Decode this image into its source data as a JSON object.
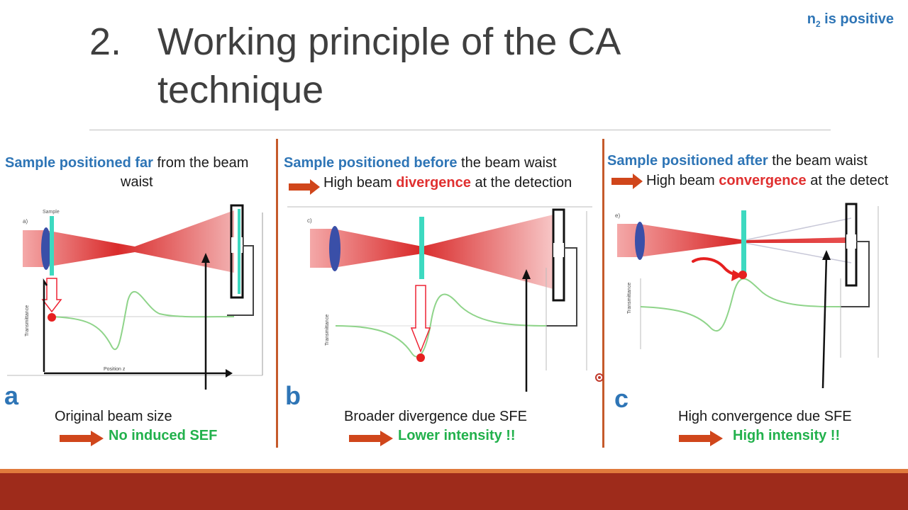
{
  "slide": {
    "number": "2.",
    "title_line1": "Working principle of the CA",
    "title_line2": "technique",
    "note_n": "n",
    "note_sub": "2",
    "note_rest": " is positive"
  },
  "panel_a": {
    "heading_blue": "Sample positioned far",
    "heading_rest": " from the beam",
    "heading_line2": "waist",
    "letter": "a",
    "caption": "Original beam size",
    "result": "No induced SEF",
    "fig_label": "a)",
    "sample_label": "Sample",
    "x_axis": "Position z",
    "y_axis": "Transmittance"
  },
  "panel_b": {
    "heading_blue": "Sample positioned before",
    "heading_rest": " the beam waist",
    "line2_pre": "High beam ",
    "line2_red": "divergence",
    "line2_post": " at the detection",
    "letter": "b",
    "caption": "Broader divergence due SFE",
    "result": "Lower intensity !!",
    "fig_label": "c)",
    "y_axis": "Transmittance"
  },
  "panel_c": {
    "heading_blue": "Sample positioned after",
    "heading_rest": " the beam waist",
    "line2_pre": "High beam ",
    "line2_red": "convergence",
    "line2_post": " at the detect",
    "letter": "c",
    "caption": "High convergence due SFE",
    "result": "High intensity !!",
    "fig_label": "e)",
    "y_axis": "Transmittance"
  },
  "colors": {
    "accent_blue": "#2e75b6",
    "accent_red": "#e03030",
    "accent_green": "#22b14c",
    "arrow_orange": "#d0461b",
    "footer": "#9e2b1b"
  }
}
